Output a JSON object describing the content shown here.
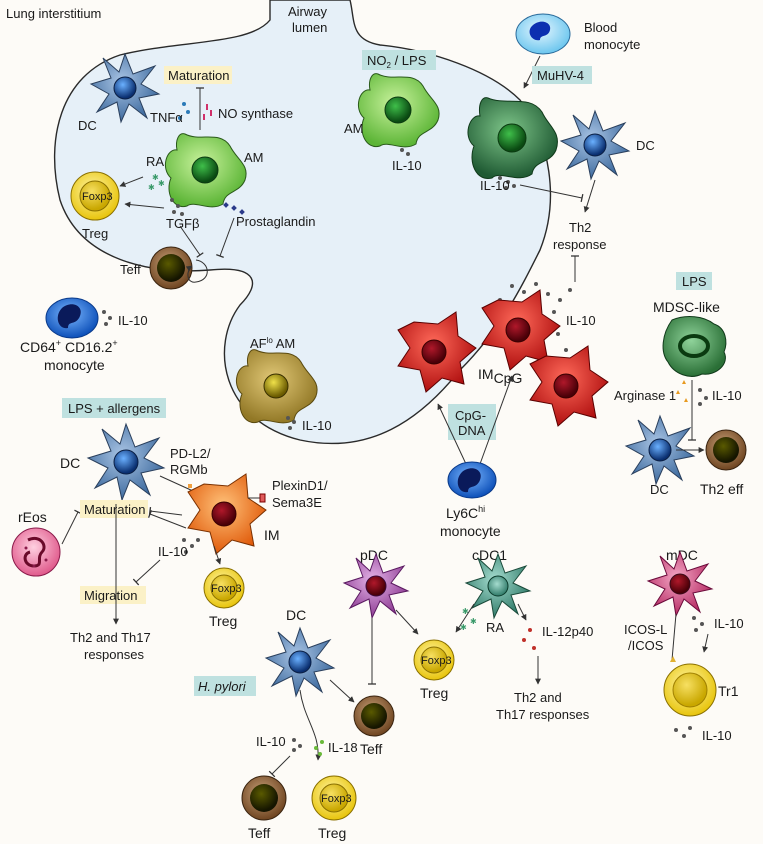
{
  "regions": {
    "lung_interstitium": "Lung interstitium",
    "airway_lumen_1": "Airway",
    "airway_lumen_2": "lumen"
  },
  "labels": {
    "dc_top": "DC",
    "maturation_top": "Maturation",
    "tnfa": "TNFα",
    "no_synthase": "NO synthase",
    "ra_top": "RA",
    "am_top": "AM",
    "treg_top": "Treg",
    "foxp3": "Foxp3",
    "tgfb": "TGFβ",
    "prostaglandin": "Prostaglandin",
    "teff_top": "Teff",
    "no2_lps_a": "NO",
    "no2_lps_sub": "2",
    "no2_lps_b": " / LPS",
    "am_mid": "AM",
    "il10_am": "IL-10",
    "blood_monocyte_1": "Blood",
    "blood_monocyte_2": "monocyte",
    "muhv4": "MuHV-4",
    "dc_right": "DC",
    "il10_muhv": "IL-10",
    "th2_response_1": "Th2",
    "th2_response_2": "response",
    "cd64_a": "CD64",
    "cd64_sup": "+",
    "cd64_b": " CD16.2",
    "cd64_sup2": "+",
    "monocyte_left": "monocyte",
    "il10_cd64": "IL-10",
    "af_am_a": "AF",
    "af_am_sup": "lo",
    "af_am_b": " AM",
    "il10_af": "IL-10",
    "il10_cpg": "IL-10",
    "im_cpg_a": "IM",
    "im_cpg_sub": "CpG",
    "cpg_dna_1": "CpG-",
    "cpg_dna_2": "DNA",
    "ly6c_a": "Ly6C",
    "ly6c_sup": "hi",
    "ly6c_b": "monocyte",
    "lps_right": "LPS",
    "mdsc": "MDSC-like",
    "arginase": "Arginase 1",
    "il10_mdsc": "IL-10",
    "dc_mdsc": "DC",
    "th2_eff": "Th2 eff",
    "lps_allergens": "LPS + allergens",
    "dc_lps": "DC",
    "pdl2_1": "PD-L2/",
    "pdl2_2": "RGMb",
    "plexin_1": "PlexinD1/",
    "plexin_2": "Sema3E",
    "reos": "rEos",
    "maturation_bottom": "Maturation",
    "il10_im": "IL-10",
    "im": "IM",
    "migration": "Migration",
    "treg_im": "Treg",
    "th2_th17_1": "Th2 and Th17",
    "th2_th17_2": "responses",
    "pdc": "pDC",
    "cdc1": "cDC1",
    "mdc": "mDC",
    "dc_bottom": "DC",
    "hpylori": "H. pylori",
    "teff_mid": "Teff",
    "treg_mid": "Treg",
    "ra_cdc1": "RA",
    "il12p40": "IL-12p40",
    "th2_th17_b1": "Th2 and",
    "th2_th17_b2": "Th17 responses",
    "icos_1": "ICOS-L",
    "icos_2": "/ICOS",
    "il10_mdc": "IL-10",
    "tr1": "Tr1",
    "il10_tr1": "IL-10",
    "il10_hp": "IL-10",
    "il18": "IL-18",
    "teff_bottom": "Teff",
    "treg_bottom": "Treg"
  },
  "colors": {
    "lumen": "#e6f0f8",
    "dc": "#5b86b8",
    "am": "#7fd04a",
    "am_dark": "#2e7a44",
    "im_red": "#d81e1e",
    "af_am": "#b89a3a",
    "treg": "#f5d51c",
    "teff": "#8b5a2b",
    "monocyte": "#1e66d0",
    "mdsc": "#3f8f4a",
    "im_orange": "#f07a1a",
    "reos": "#e86a9a",
    "pdc": "#a352a8",
    "cdc1": "#4a9a88",
    "mdc": "#d0457a"
  }
}
